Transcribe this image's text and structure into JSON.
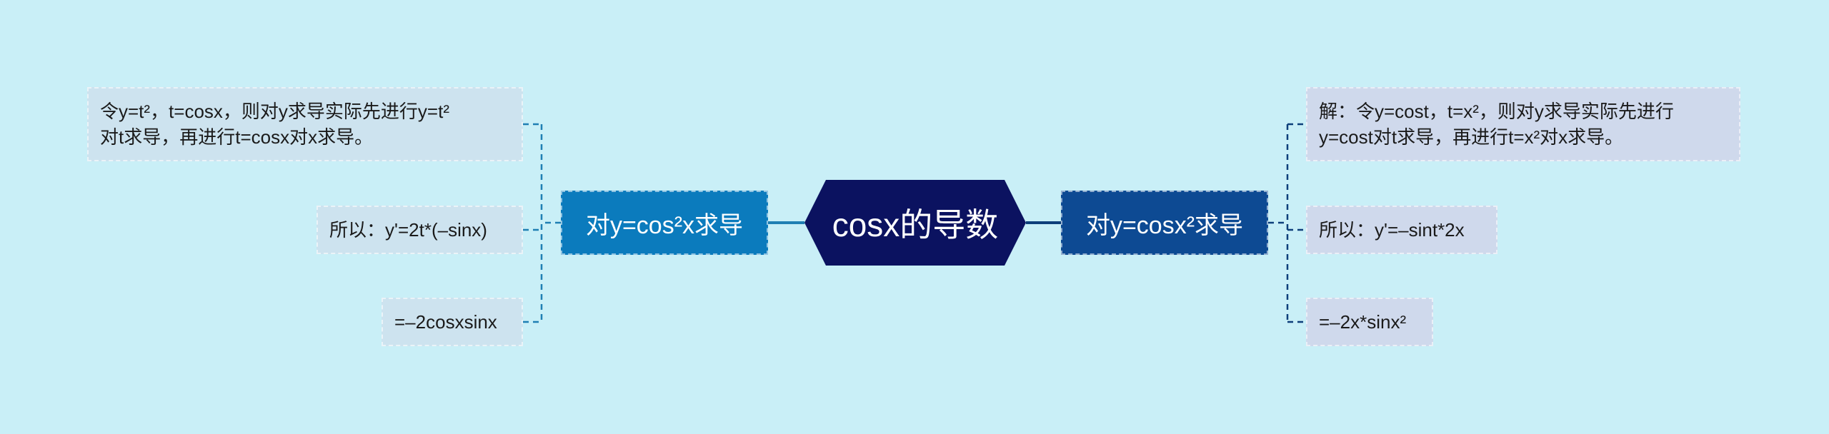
{
  "central": {
    "label": "cosx的导数"
  },
  "branches": {
    "left": {
      "label": "对y=cos²x求导"
    },
    "right": {
      "label": "对y=cosx²求导"
    }
  },
  "left_leaves": [
    {
      "lines": [
        "令y=t²，t=cosx，则对y求导实际先进行y=t²",
        "对t求导，再进行t=cosx对x求导。"
      ]
    },
    {
      "lines": [
        "所以：y'=2t*(–sinx)"
      ]
    },
    {
      "lines": [
        "=–2cosxsinx"
      ]
    }
  ],
  "right_leaves": [
    {
      "lines": [
        "解：令y=cost，t=x²，则对y求导实际先进行",
        "y=cost对t求导，再进行t=x²对x求导。"
      ]
    },
    {
      "lines": [
        "所以：y'=–sint*2x"
      ]
    },
    {
      "lines": [
        "=–2x*sinx²"
      ]
    }
  ],
  "colors": {
    "background": "#c9eff7",
    "central": "#0b1260",
    "branch_left": "#0b7bbd",
    "branch_right": "#0d4a93",
    "leaf_left": "#cde3ef",
    "leaf_right": "#cfd9ec",
    "connector_left": "#1f7fb3",
    "connector_right": "#0d3f7a"
  }
}
